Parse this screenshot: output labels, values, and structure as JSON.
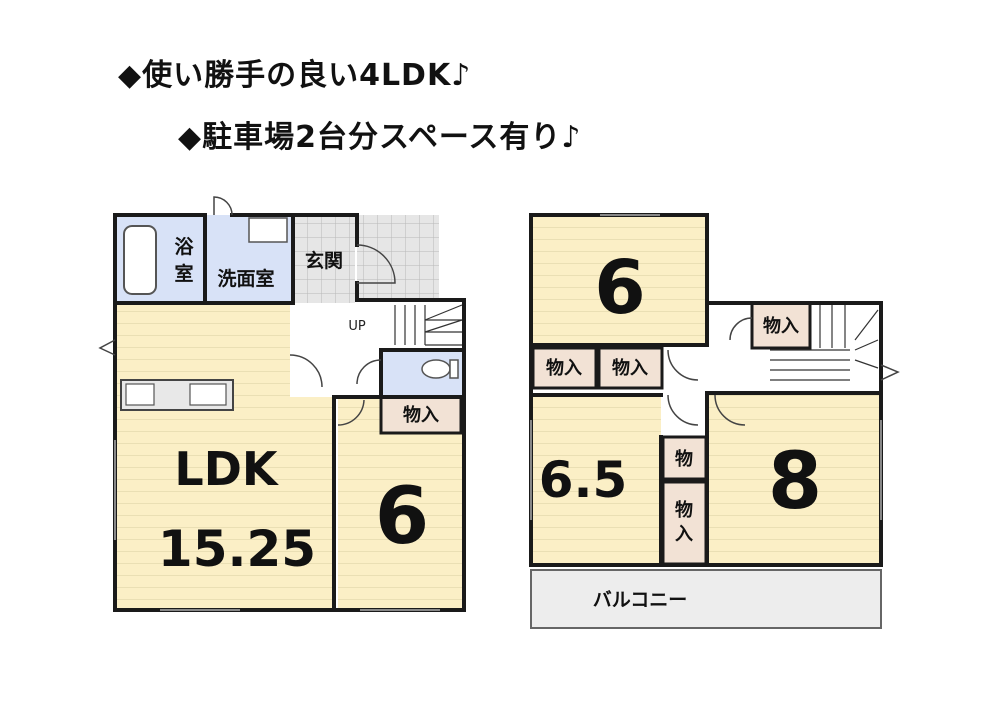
{
  "headlines": {
    "line1": "◆使い勝手の良い4LDK♪",
    "line2": "◆駐車場2台分スペース有り♪"
  },
  "floor1": {
    "bath": "浴\n室",
    "washroom": "洗面室",
    "entrance": "玄関",
    "stairs_up": "UP",
    "closet": "物入",
    "ldk_label": "LDK",
    "ldk_size": "15.25",
    "room_size": "6"
  },
  "floor2": {
    "room_top": "6",
    "closet_stair": "物入",
    "closet_a": "物入",
    "closet_b": "物入",
    "room_left": "6.5",
    "room_right": "8",
    "closet_small": "物",
    "closet_tall": "物\n入",
    "balcony": "バルコニー"
  },
  "colors": {
    "room_fill": "#fbefc6",
    "wet_fill": "#d8e2f7",
    "closet_fill": "#f2e2d5",
    "tile_fill": "#e4e4e4",
    "wall": "#1a1a1a"
  }
}
